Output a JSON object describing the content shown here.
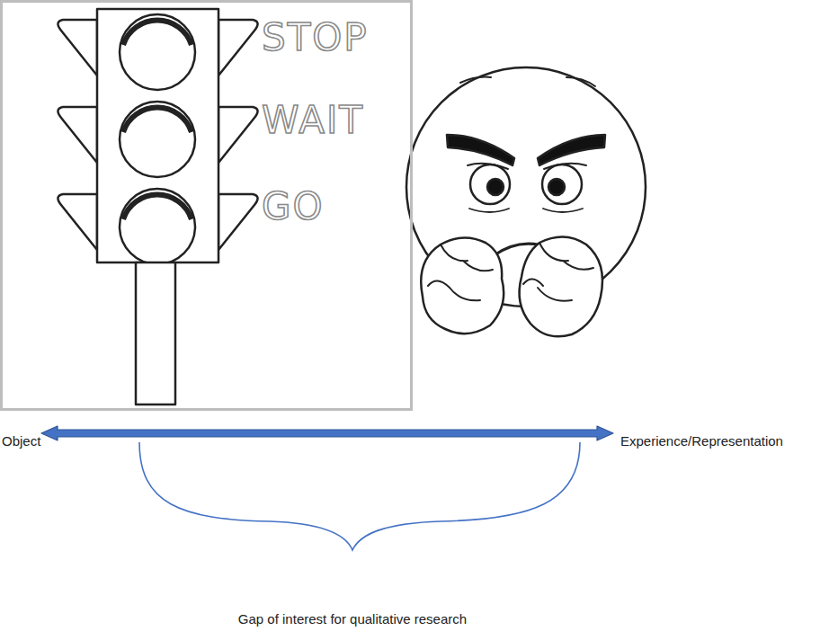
{
  "diagram": {
    "nodes": [
      {
        "text": [
          "STOP",
          "WAIT",
          "GO"
        ]
      }
    ],
    "labels": [
      "Object",
      "Experience/Representation",
      "Gap of interest for qualitative research"
    ]
  }
}
